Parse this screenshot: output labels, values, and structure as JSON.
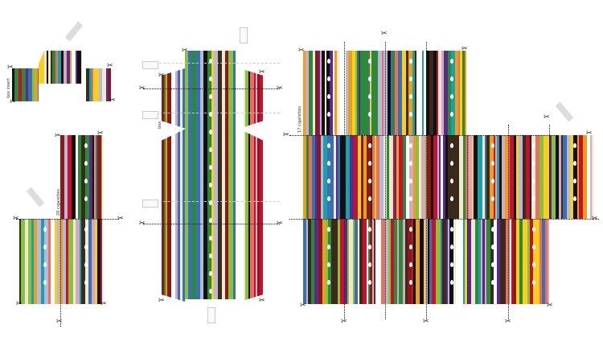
{
  "labels": {
    "box_insert": "box insert",
    "twenty": "20 cigarettes",
    "seventeen": "17 cigarettes",
    "box": "box"
  },
  "palette": [
    "#e8a020",
    "#1aa0a8",
    "#d8a8c0",
    "#111111",
    "#c8102e",
    "#f5d020",
    "#2a8a3a",
    "#5a2a8a",
    "#f0e8d0",
    "#8a1a1a",
    "#88c040",
    "#3a70b0",
    "#e87060",
    "#b8b8d8",
    "#3a2a1a",
    "#ffffff"
  ],
  "icons": {
    "scissors": "✂"
  }
}
